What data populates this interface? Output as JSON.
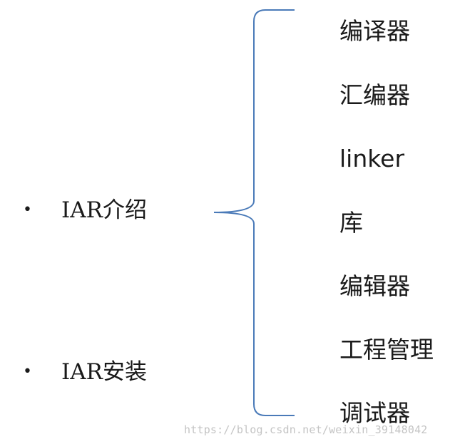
{
  "topics": [
    {
      "bullet": "•",
      "label": "IAR介绍"
    },
    {
      "bullet": "•",
      "label": "IAR安装"
    }
  ],
  "components": [
    "编译器",
    "汇编器",
    "linker",
    "库",
    "编辑器",
    "工程管理",
    "调试器"
  ],
  "colors": {
    "brace": "#4a7ab8",
    "text": "#1a1a1a",
    "watermark": "#c4c4c4"
  },
  "watermark": "https://blog.csdn.net/weixin_39148042"
}
